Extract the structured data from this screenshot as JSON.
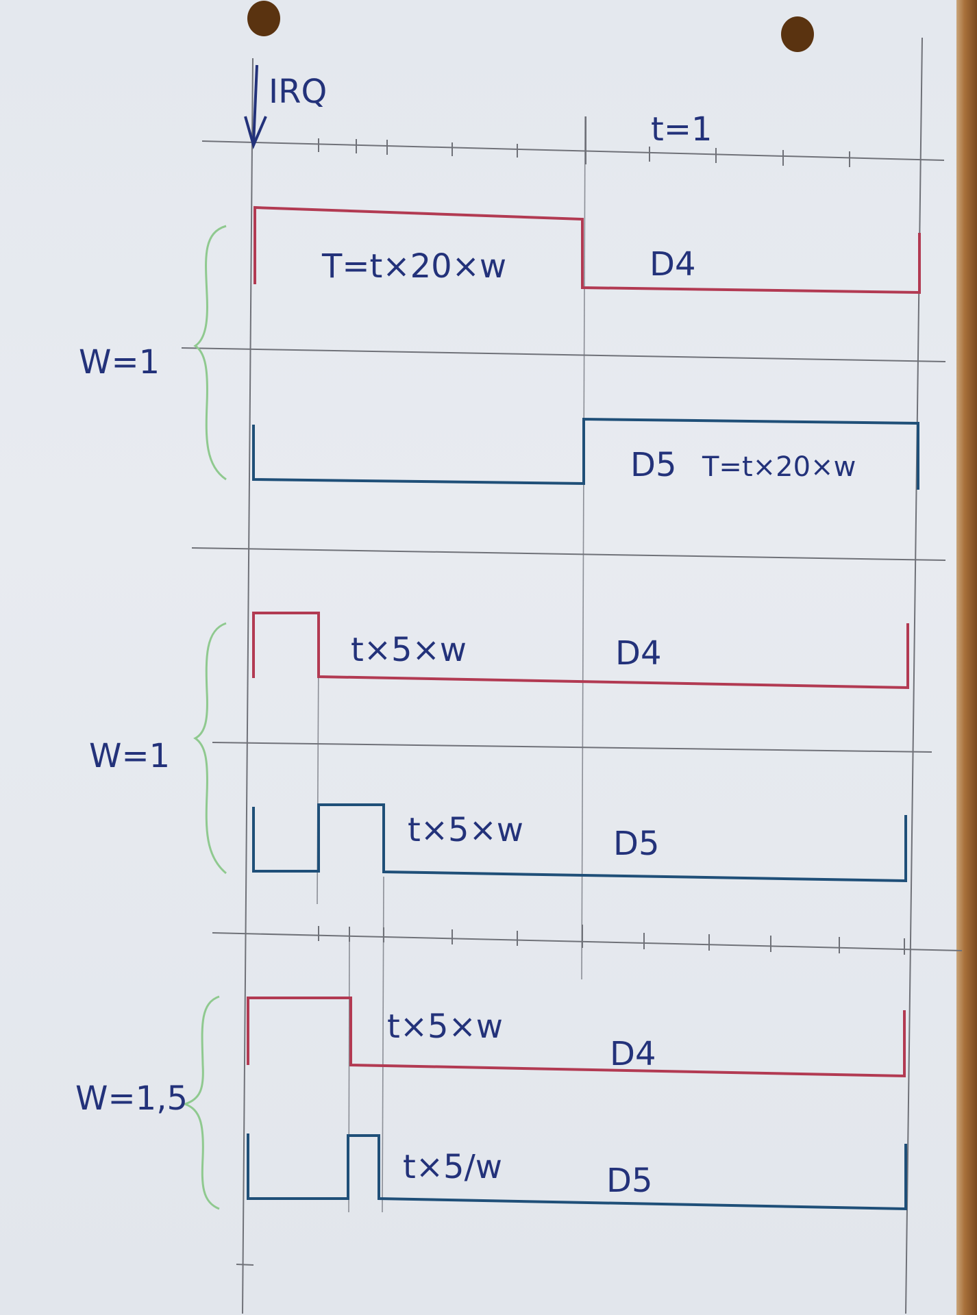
{
  "axis": {
    "irq_label": "IRQ",
    "time_label": "t=1"
  },
  "groups": [
    {
      "weight_label": "W=1",
      "d4": {
        "label": "D4",
        "formula": "T=t×20×w"
      },
      "d5": {
        "label": "D5",
        "formula": "T=t×20×w"
      }
    },
    {
      "weight_label": "W=1",
      "d4": {
        "label": "D4",
        "formula": "t×5×w"
      },
      "d5": {
        "label": "D5",
        "formula": "t×5×w"
      }
    },
    {
      "weight_label": "W=1,5",
      "d4": {
        "label": "D4",
        "formula": "t×5×w"
      },
      "d5": {
        "label": "D5",
        "formula": "t×5/w"
      }
    }
  ],
  "colors": {
    "d4_trace": "#b23a52",
    "d5_trace": "#1f4f78",
    "ink": "#23327a",
    "brace": "#8fc98f"
  }
}
